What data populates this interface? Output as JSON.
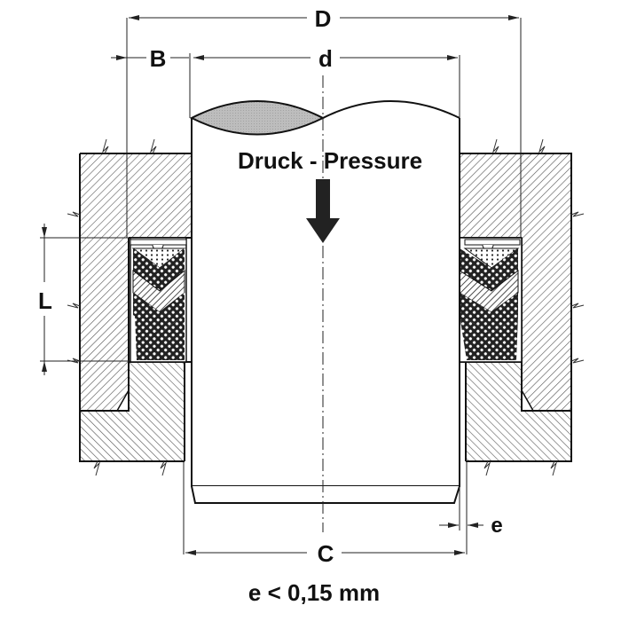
{
  "diagram": {
    "title": "Packing seal installation dimensions",
    "labels": {
      "D": "D",
      "B": "B",
      "d": "d",
      "L": "L",
      "C": "C",
      "e": "e",
      "pressure": "Druck - Pressure",
      "tolerance": "e < 0,15 mm"
    },
    "colors": {
      "line": "#111111",
      "hatch": "#555555",
      "shaft_cap": "#bdbdbd",
      "arrow": "#222222",
      "background": "#ffffff"
    }
  }
}
